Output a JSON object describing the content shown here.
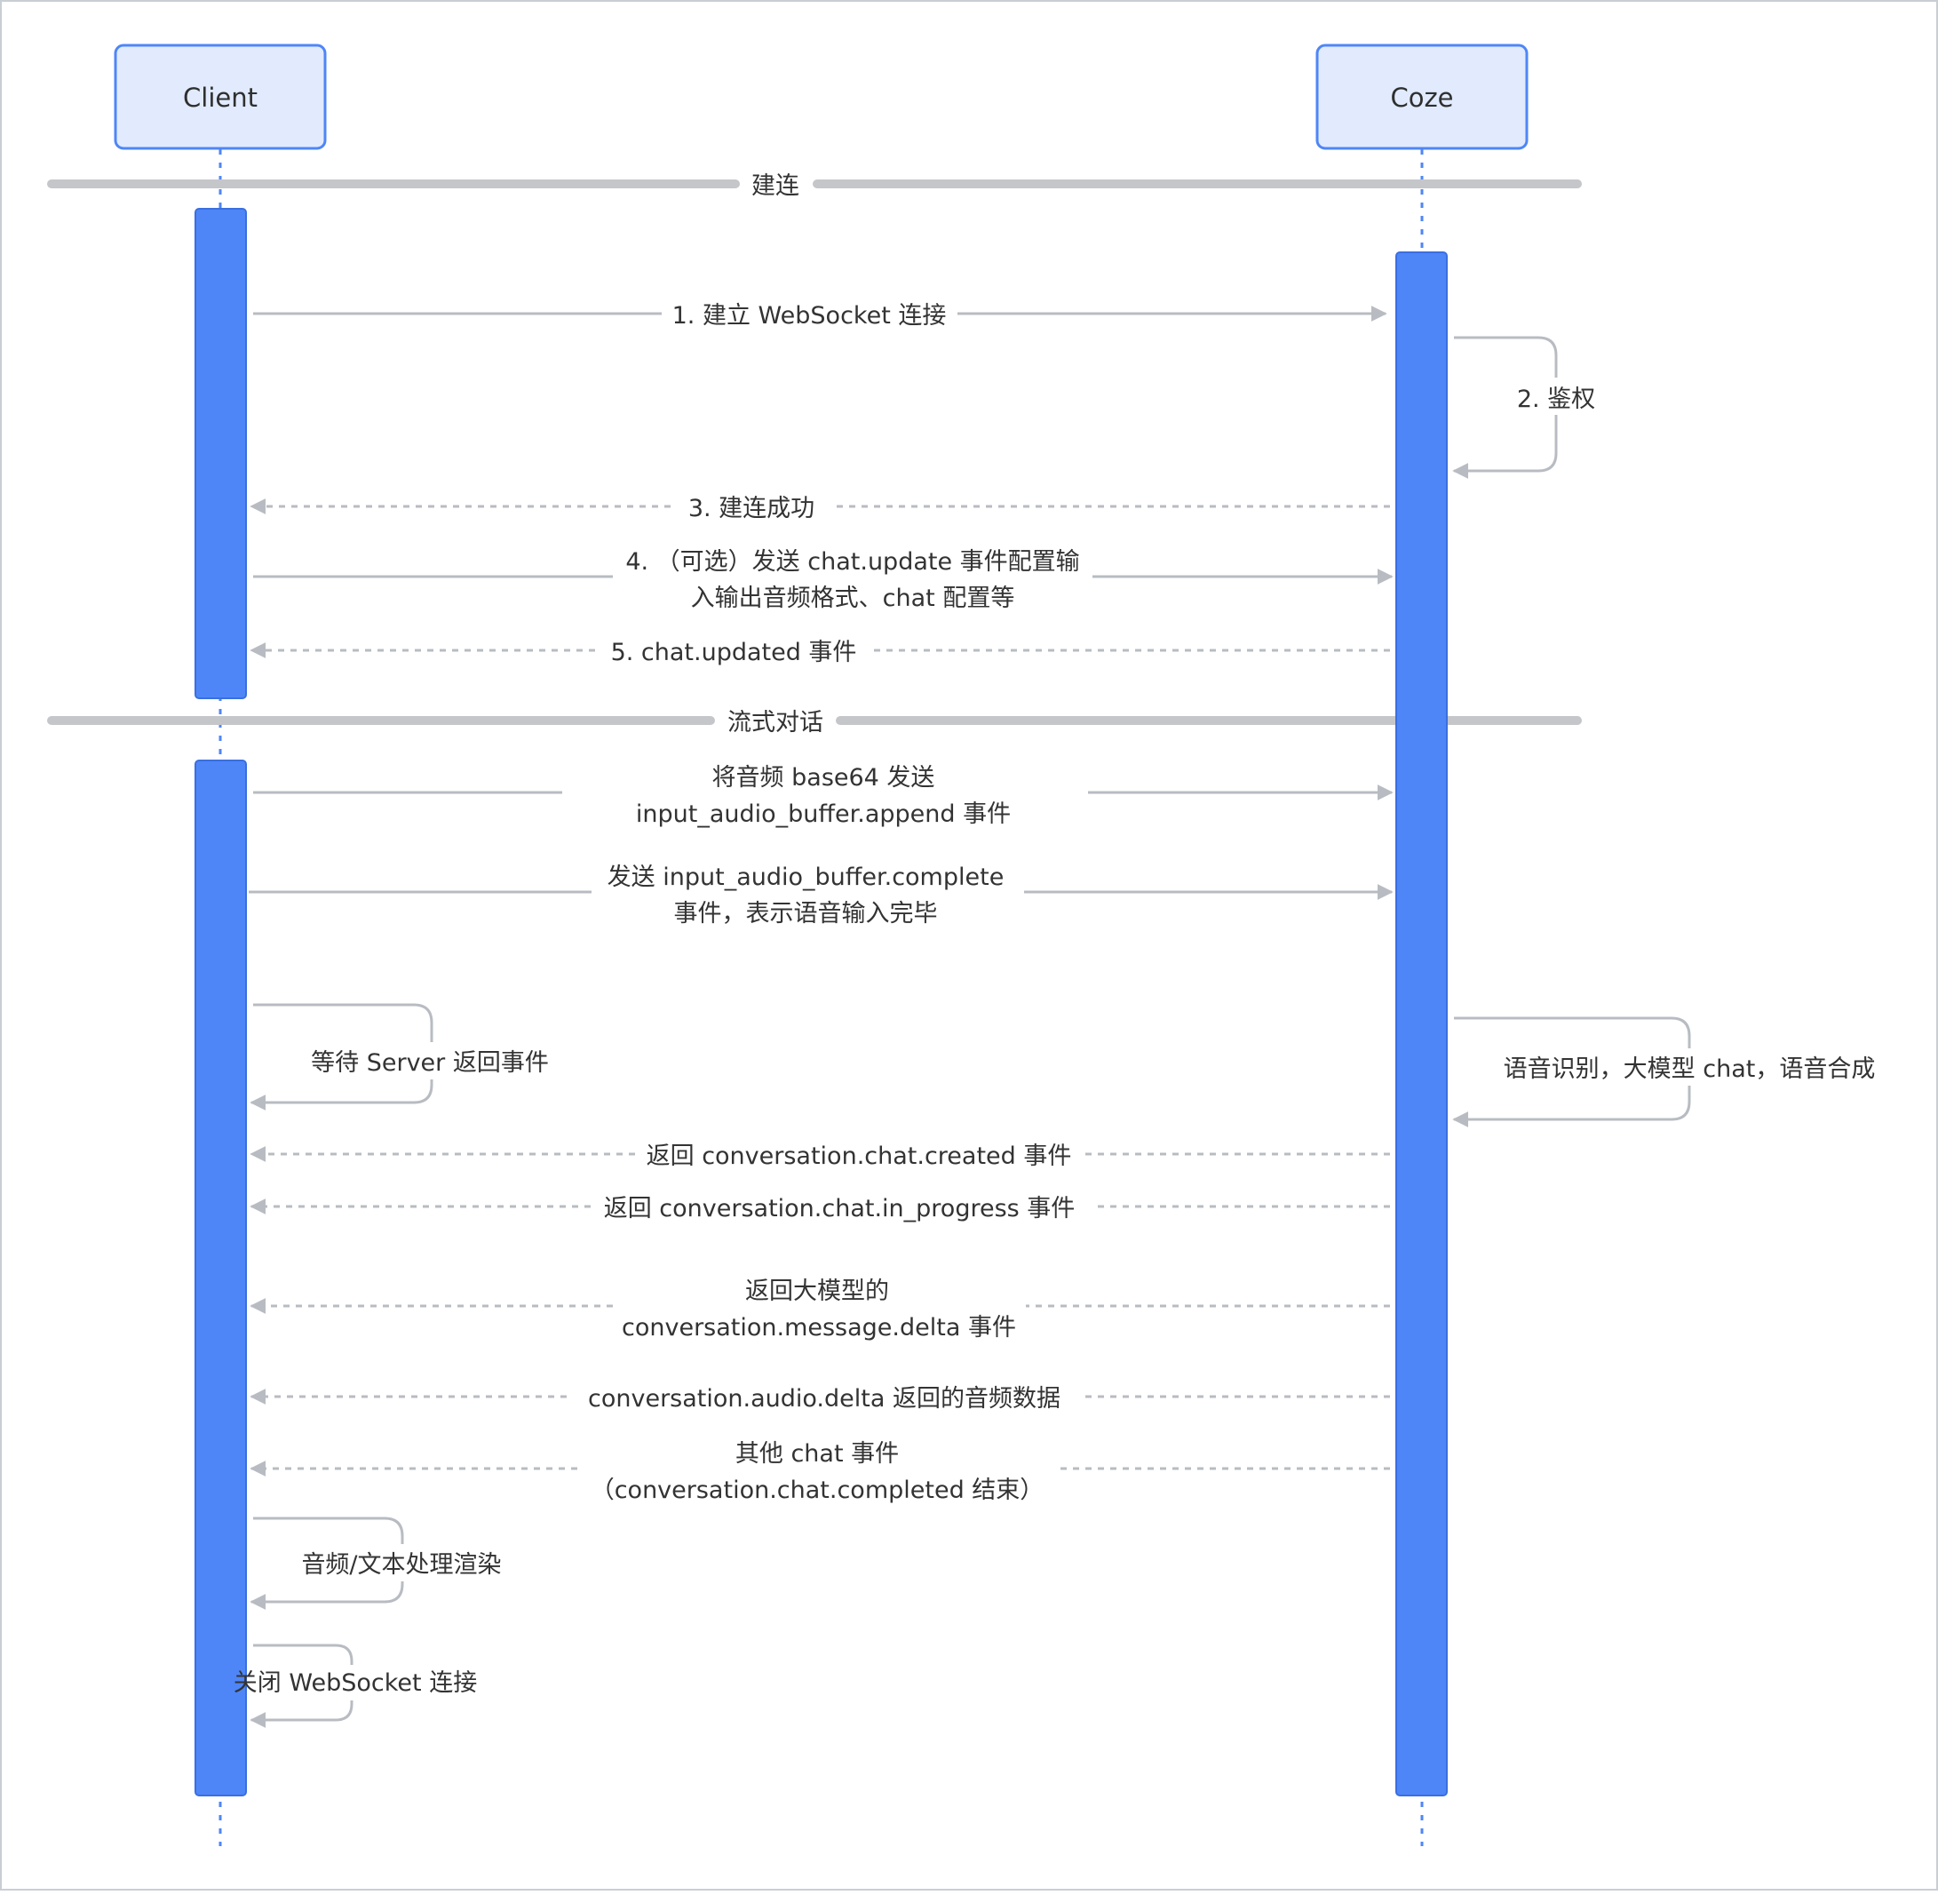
{
  "participants": {
    "client": "Client",
    "coze": "Coze"
  },
  "sections": {
    "connect": "建连",
    "stream": "流式对话"
  },
  "messages": {
    "m1": "1. 建立 WebSocket 连接",
    "m2": "2. 鉴权",
    "m3": "3. 建连成功",
    "m4": [
      "4. （可选）发送 chat.update 事件配置输",
      "入输出音频格式、chat 配置等"
    ],
    "m5": "5. chat.updated 事件",
    "m6": [
      "将音频 base64 发送",
      "input_audio_buffer.append 事件"
    ],
    "m7": [
      "发送 input_audio_buffer.complete",
      "事件，表示语音输入完毕"
    ],
    "m8": "等待 Server 返回事件",
    "m9": "语音识别，大模型 chat，语音合成",
    "m10": "返回 conversation.chat.created 事件",
    "m11": "返回 conversation.chat.in_progress  事件",
    "m12": [
      "返回大模型的",
      "conversation.message.delta 事件"
    ],
    "m13": "conversation.audio.delta 返回的音频数据",
    "m14": [
      "其他 chat 事件",
      "（conversation.chat.completed  结束）"
    ],
    "m15": "音频/文本处理渲染",
    "m16": "关闭 WebSocket 连接"
  },
  "colors": {
    "activation": "#4f86f7",
    "activation_border": "#3a6fe0",
    "actor_fill": "#e1ebfd",
    "actor_border": "#4f86f7",
    "arrow": "#b8bcc2",
    "section_bar": "#c4c6ca",
    "text": "#333333"
  }
}
